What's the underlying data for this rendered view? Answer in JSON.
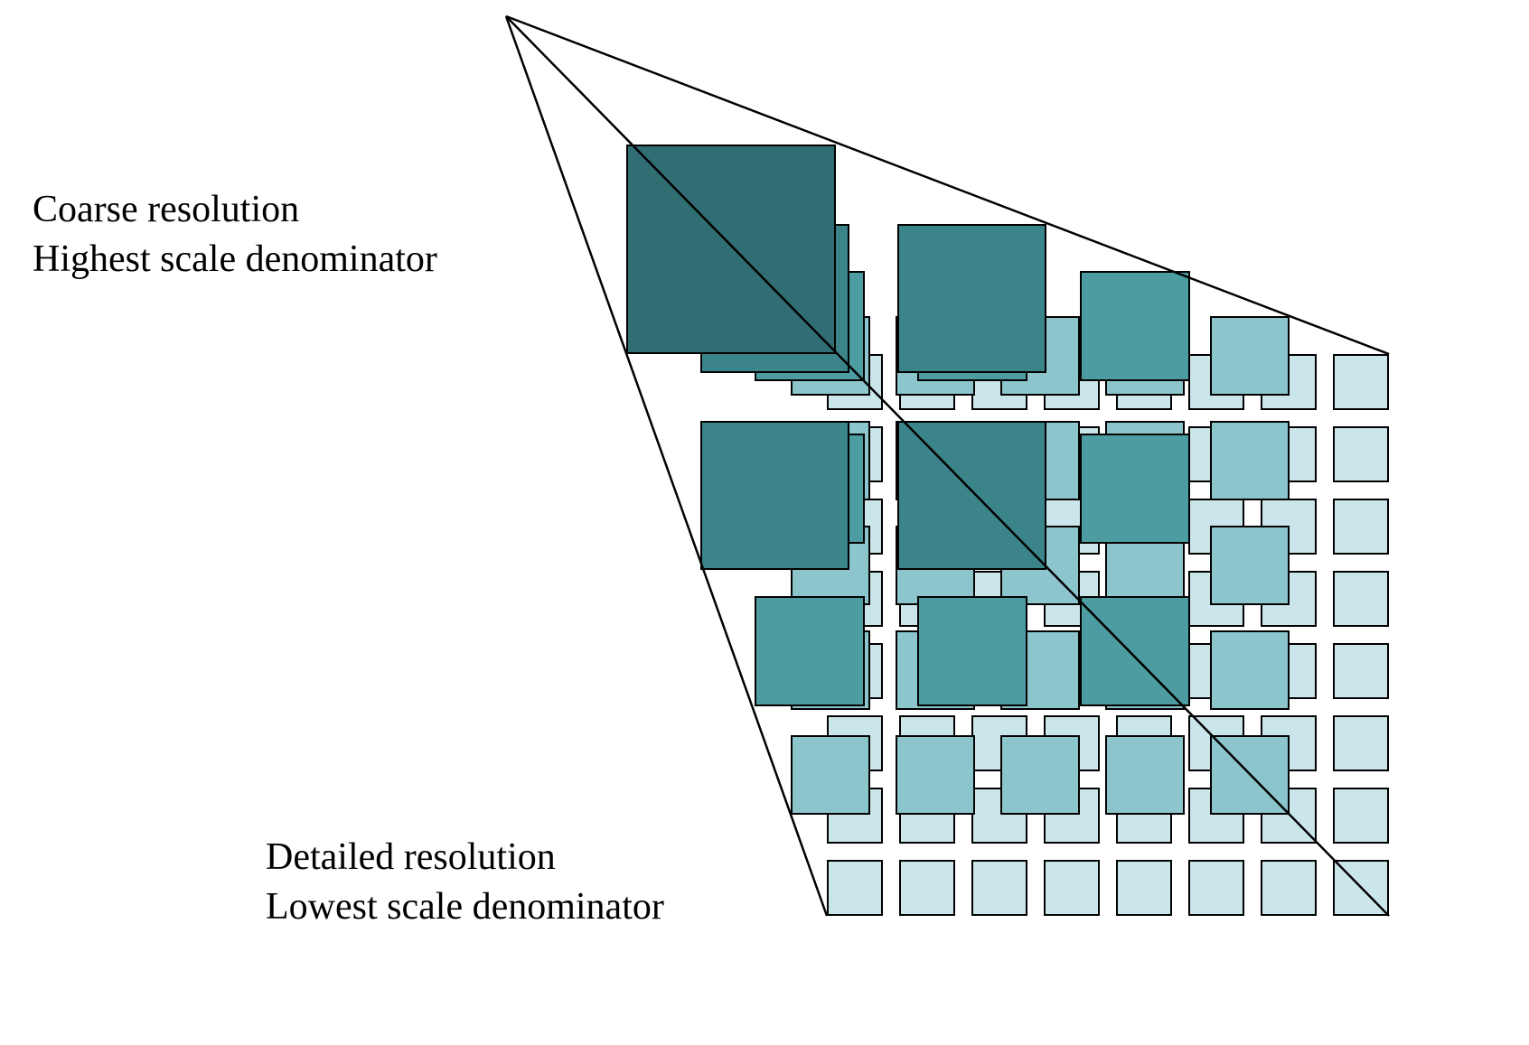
{
  "labels": {
    "coarse_line1": "Coarse resolution",
    "coarse_line2": "Highest scale denominator",
    "detailed_line1": "Detailed resolution",
    "detailed_line2": "Lowest scale denominator"
  },
  "diagram": {
    "background_color": "#ffffff",
    "line_color": "#000000",
    "tile_border_color": "#000000",
    "levels": [
      {
        "name": "level-0-coarsest",
        "tiles_per_side": 1,
        "fill": "#316E74"
      },
      {
        "name": "level-1",
        "tiles_per_side": 2,
        "fill": "#3B848A"
      },
      {
        "name": "level-2",
        "tiles_per_side": 3,
        "fill": "#4C9CA2"
      },
      {
        "name": "level-3",
        "tiles_per_side": 5,
        "fill": "#8CC6CC"
      },
      {
        "name": "level-4-finest",
        "tiles_per_side": 8,
        "fill": "#CBE6EA"
      }
    ]
  }
}
